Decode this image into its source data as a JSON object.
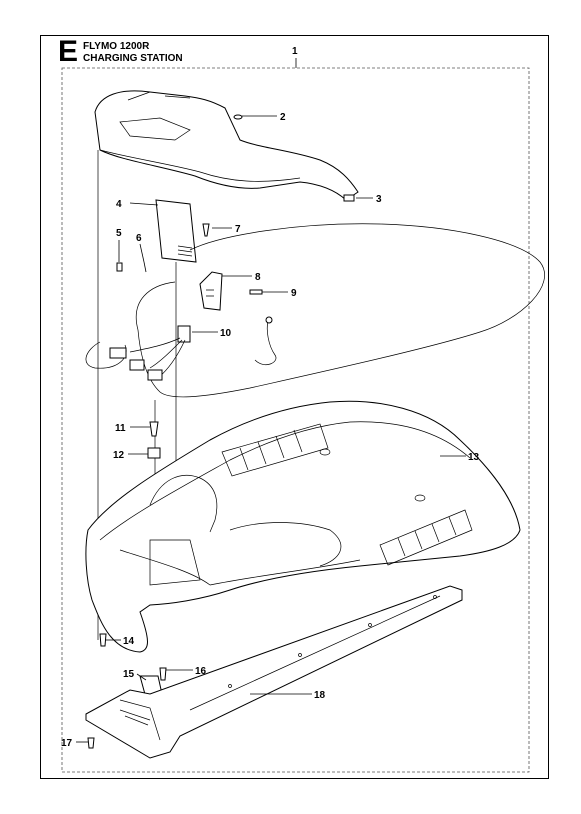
{
  "section_letter": "E",
  "title_line1": "FLYMO 1200R",
  "title_line2": "CHARGING STATION",
  "callouts": [
    {
      "id": "c1",
      "label": "1"
    },
    {
      "id": "c2",
      "label": "2"
    },
    {
      "id": "c3",
      "label": "3"
    },
    {
      "id": "c4",
      "label": "4"
    },
    {
      "id": "c5",
      "label": "5"
    },
    {
      "id": "c6",
      "label": "6"
    },
    {
      "id": "c7",
      "label": "7"
    },
    {
      "id": "c8",
      "label": "8"
    },
    {
      "id": "c9",
      "label": "9"
    },
    {
      "id": "c10",
      "label": "10"
    },
    {
      "id": "c11",
      "label": "11"
    },
    {
      "id": "c12",
      "label": "12"
    },
    {
      "id": "c13",
      "label": "13"
    },
    {
      "id": "c14",
      "label": "14"
    },
    {
      "id": "c15",
      "label": "15"
    },
    {
      "id": "c16",
      "label": "16"
    },
    {
      "id": "c17",
      "label": "17"
    },
    {
      "id": "c18",
      "label": "18"
    }
  ]
}
